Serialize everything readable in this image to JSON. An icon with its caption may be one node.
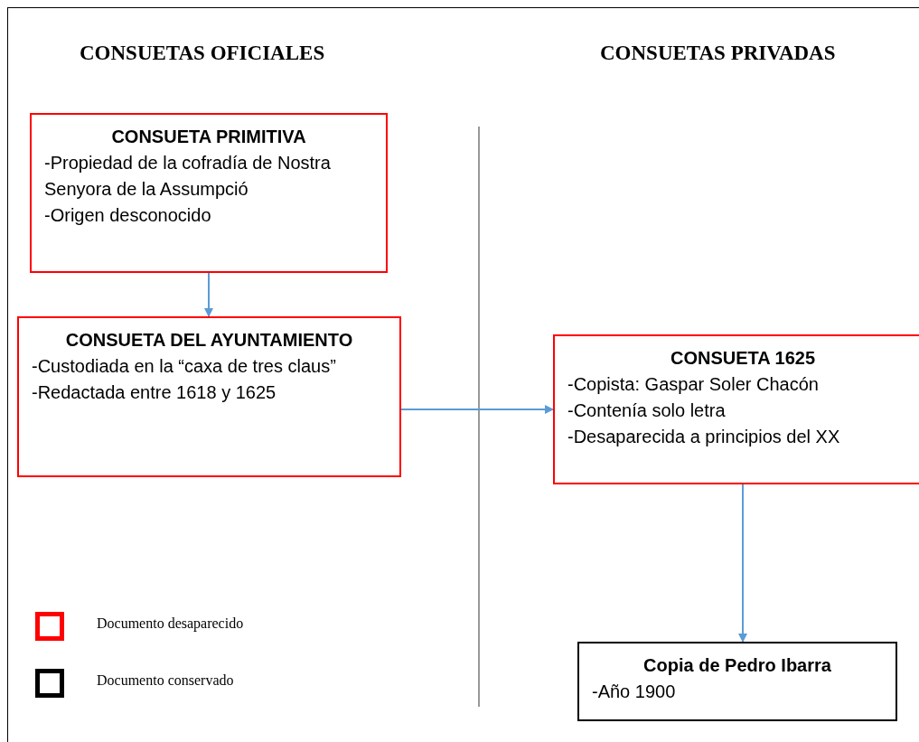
{
  "diagram": {
    "nodes": [
      {
        "text": [
          "CONSUETA PRIMITIVA",
          "-Propiedad de la cofradía de Nostra Senyora de la Assumpció",
          "-Origen desconocido"
        ]
      },
      {
        "text": [
          "CONSUETA DEL AYUNTAMIENTO",
          "-Custodiada en la “caxa de tres claus”",
          "-Redactada entre 1618 y 1625"
        ]
      },
      {
        "text": [
          "CONSUETA 1625",
          "-Copista: Gaspar Soler Chacón",
          "-Contenía solo letra",
          "-Desaparecida a principios del XX"
        ]
      },
      {
        "text": [
          "Copia de Pedro Ibarra",
          "-Año 1900"
        ]
      }
    ],
    "edges": [
      {
        "from": 0,
        "to": 1,
        "arrow": "to"
      },
      {
        "from": 1,
        "to": 2,
        "arrow": "to"
      },
      {
        "from": 2,
        "to": 3,
        "arrow": "to"
      }
    ],
    "labels": [
      "CONSUETAS OFICIALES",
      "CONSUETAS PRIVADAS"
    ],
    "legend": [
      {
        "text": "Documento desaparecido",
        "color": "#ff0000"
      },
      {
        "text": "Documento conservado",
        "color": "#000000"
      }
    ]
  }
}
